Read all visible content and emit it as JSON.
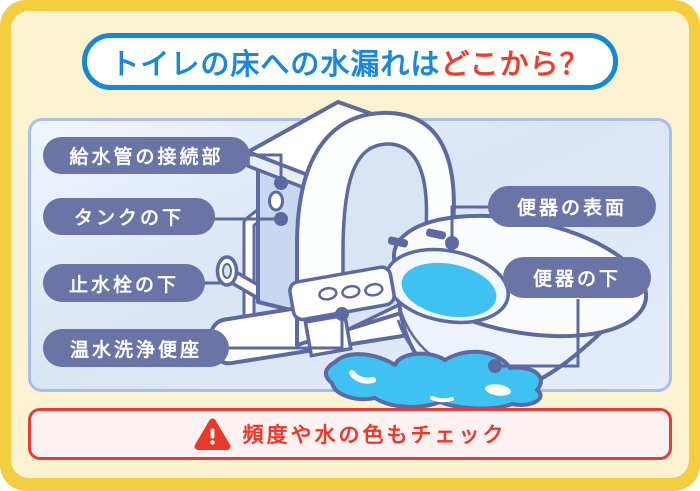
{
  "title": {
    "main": "トイレの床への水漏れは",
    "highlight": "どこから？"
  },
  "labels": [
    {
      "id": "supply-pipe-connection",
      "text": "給水管の接続部"
    },
    {
      "id": "under-tank",
      "text": "タンクの下"
    },
    {
      "id": "under-stop-valve",
      "text": "止水栓の下"
    },
    {
      "id": "washlet-seat",
      "text": "温水洗浄便座"
    },
    {
      "id": "bowl-surface",
      "text": "便器の表面"
    },
    {
      "id": "under-bowl",
      "text": "便器の下"
    }
  ],
  "footer": {
    "icon": "warning-triangle-icon",
    "text": "頻度や水の色もチェック"
  },
  "colors": {
    "frame_yellow": "#F3CE40",
    "card_yellow": "#FBF2D2",
    "title_blue": "#1B87D9",
    "title_red": "#E8402C",
    "panel_blue_bg": "#E0E9F7",
    "panel_border": "#A9C0E6",
    "label_pill": "#6A74A6",
    "outline_slate": "#5D6AA1",
    "water_cyan": "#3FC1F1",
    "warning_red": "#E8392B"
  }
}
